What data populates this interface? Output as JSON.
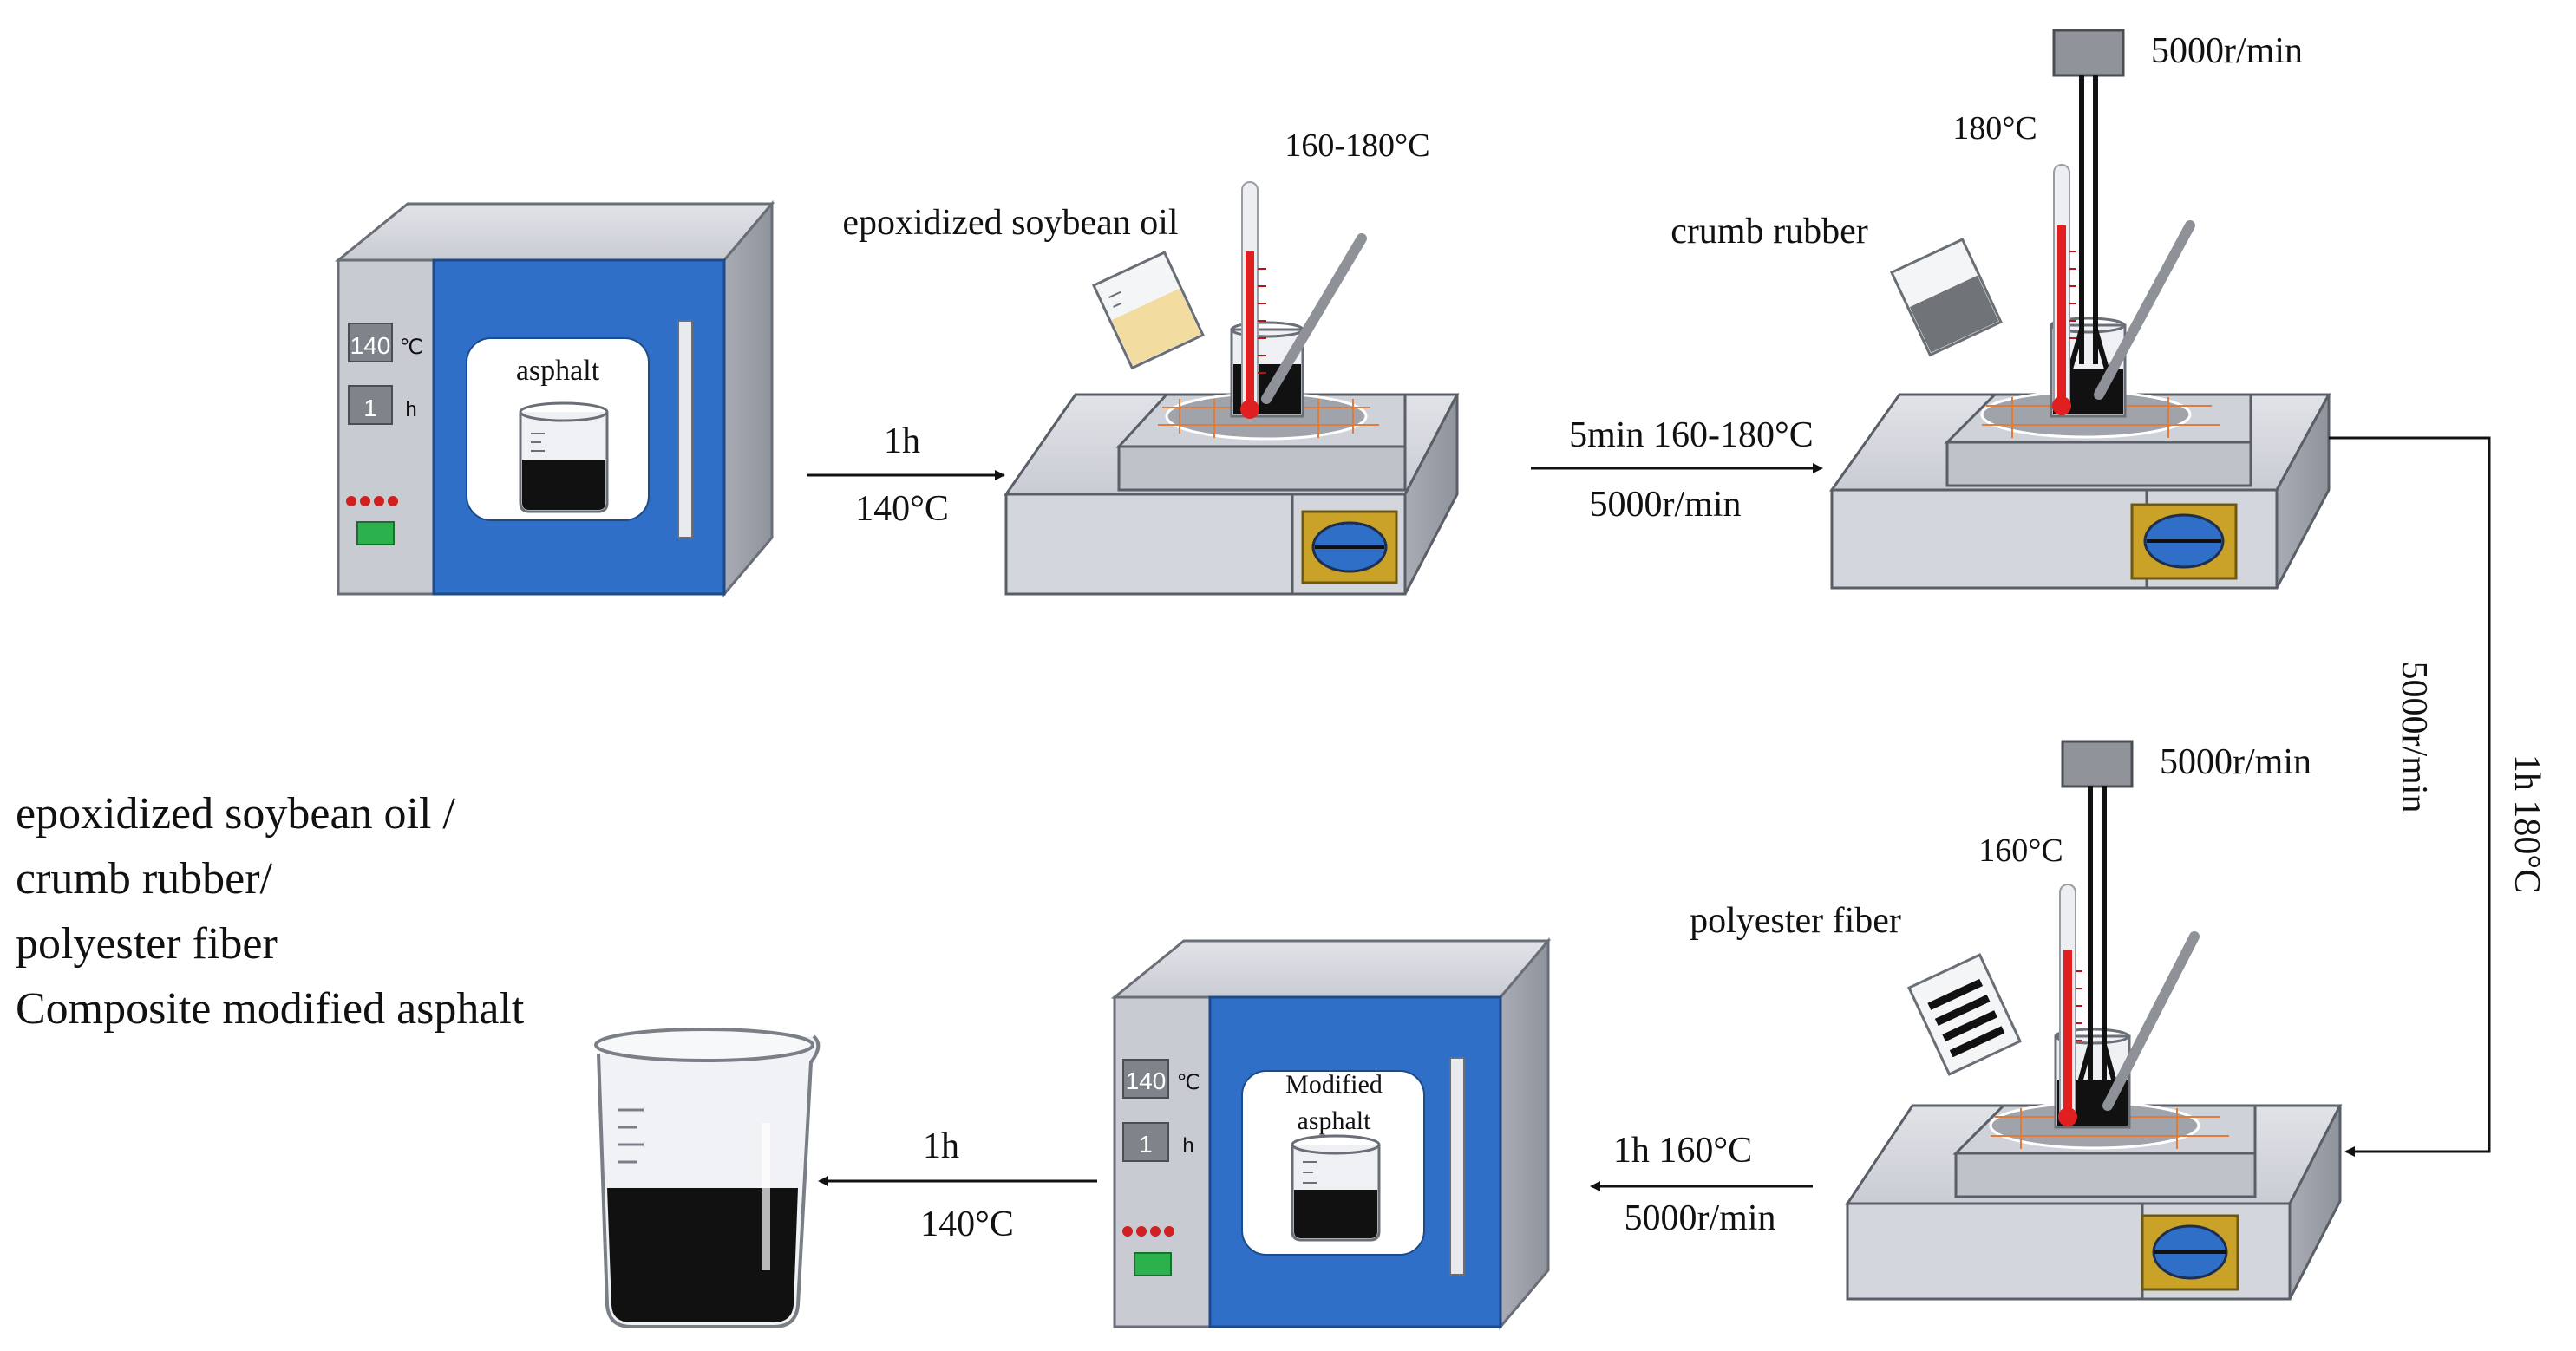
{
  "oven1": {
    "temp_display": "140",
    "temp_unit": "℃",
    "time_display": "1",
    "time_unit": "h",
    "window_label": "asphalt"
  },
  "step1": {
    "time": "1h",
    "temp": "140°C"
  },
  "stir1": {
    "material": "epoxidized  soybean  oil",
    "temp": "160-180°C"
  },
  "step2": {
    "top": "5min  160-180°C",
    "bottom": "5000r/min"
  },
  "stir2": {
    "material": "crumb  rubber",
    "temp": "180°C",
    "speed": "5000r/min"
  },
  "step3": {
    "speed": "5000r/min",
    "condition": "1h  180°C"
  },
  "stir3": {
    "material": "polyester  fiber",
    "temp": "160°C",
    "speed": "5000r/min"
  },
  "step4": {
    "top": "1h  160°C",
    "bottom": "5000r/min"
  },
  "oven2": {
    "temp_display": "140",
    "temp_unit": "℃",
    "time_display": "1",
    "time_unit": "h",
    "window_label_line1": "Modified",
    "window_label_line2": "asphalt"
  },
  "step5": {
    "time": "1h",
    "temp": "140°C"
  },
  "product": {
    "line1": "epoxidized soybean oil /",
    "line2": "crumb rubber/",
    "line3": "polyester fiber",
    "line4": "Composite modified asphalt"
  },
  "colors": {
    "oven_door": "#2f6fc8",
    "oven_body": "#c8cbd2",
    "asphalt": "#111111",
    "thermometer_red": "#e02020",
    "knob_gold": "#c9a227",
    "knob_blue": "#2f6fc8",
    "indicator_green": "#2bb24c",
    "heater_lines": "#e07b39"
  }
}
